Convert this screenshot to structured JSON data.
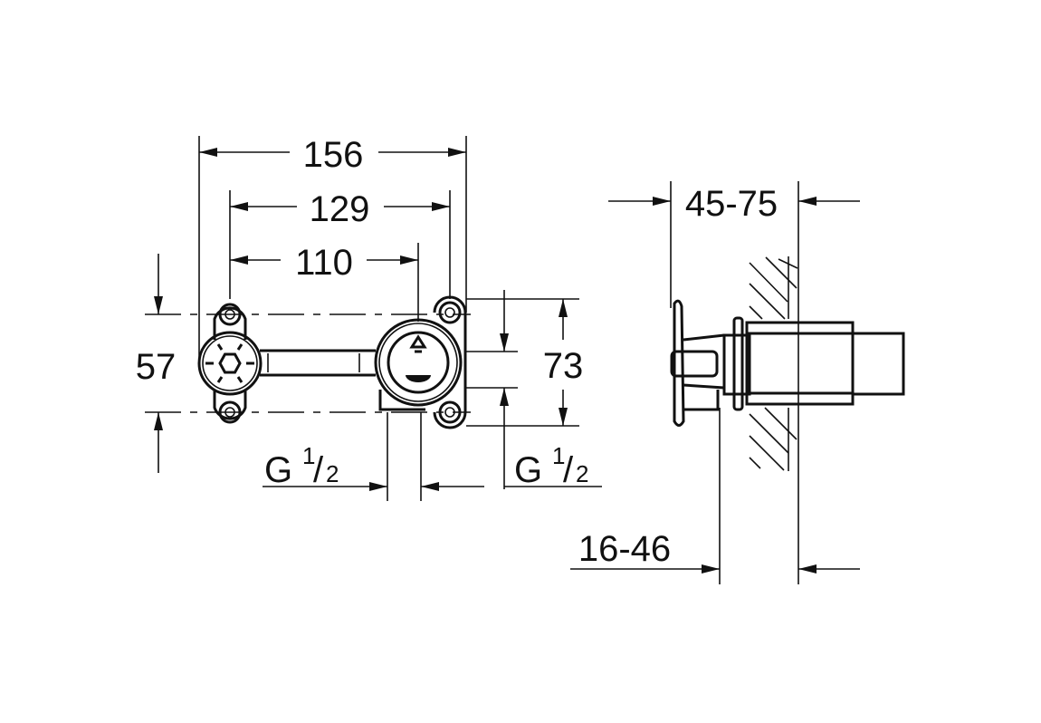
{
  "dimensions": {
    "width_overall": "156",
    "width_mounting": "129",
    "width_centers": "110",
    "height_left": "57",
    "height_right": "73",
    "thread_left": {
      "g": "G",
      "num": "1",
      "den": "2"
    },
    "thread_right": {
      "g": "G",
      "num": "1",
      "den": "2"
    },
    "depth_range": "45-75",
    "projection_range": "16-46"
  },
  "colors": {
    "line": "#111111",
    "background": "#ffffff"
  }
}
